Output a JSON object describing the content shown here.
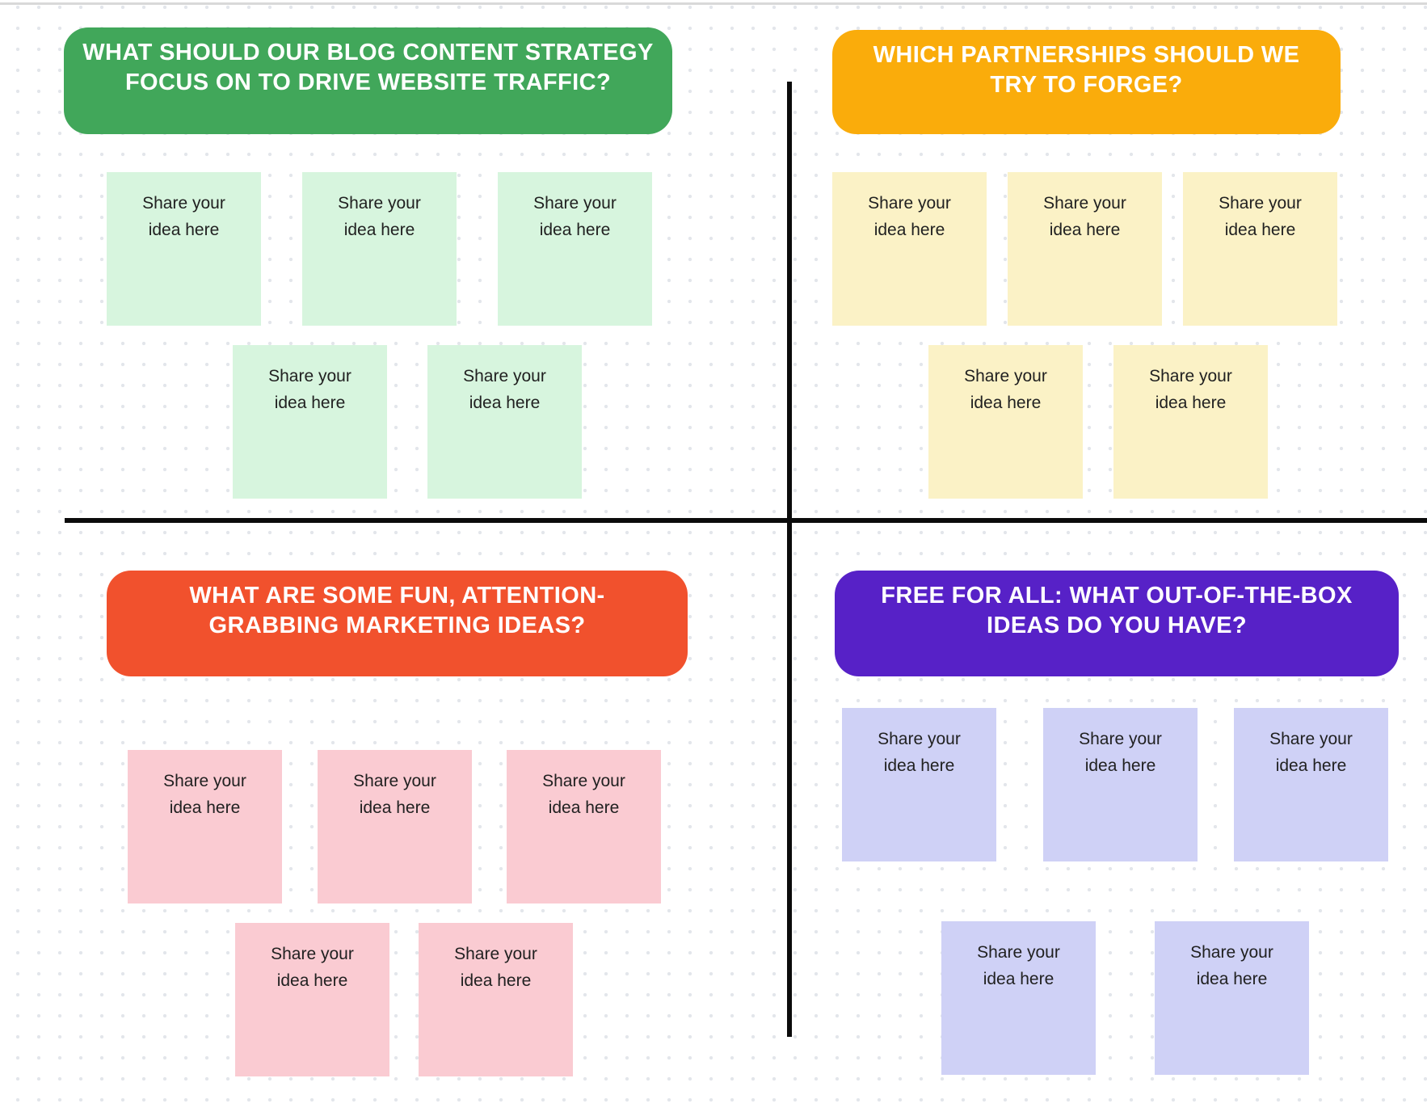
{
  "board": {
    "background_color": "#FFFFFF",
    "dot_grid_color": "#E3E6EB",
    "divider_color": "#0B0B0B",
    "top_edge_line_color": "#D9D9D9"
  },
  "note_text": {
    "line1": "Share your",
    "line2": "idea here"
  },
  "quadrants": [
    {
      "id": "blog-content-strategy",
      "header": {
        "line1": "WHAT SHOULD OUR BLOG CONTENT STRATEGY",
        "line2": "FOCUS ON TO DRIVE WEBSITE TRAFFIC?",
        "color": "#41A75A",
        "text_color": "#FFFFFF"
      },
      "note_color": "#D7F5DE",
      "note_count": 5
    },
    {
      "id": "partnerships",
      "header": {
        "line1": "WHICH PARTNERSHIPS SHOULD WE",
        "line2": "TRY TO FORGE?",
        "color": "#FAAC0B",
        "text_color": "#FFFFFF"
      },
      "note_color": "#FBF2C6",
      "note_count": 5
    },
    {
      "id": "marketing-ideas",
      "header": {
        "line1": "WHAT ARE SOME FUN, ATTENTION-",
        "line2": "GRABBING MARKETING IDEAS?",
        "color": "#F1512D",
        "text_color": "#FFFFFF"
      },
      "note_color": "#FACBD2",
      "note_count": 5
    },
    {
      "id": "free-for-all",
      "header": {
        "line1": "FREE FOR ALL: WHAT OUT-OF-THE-BOX",
        "line2": "IDEAS DO YOU HAVE?",
        "color": "#5721C7",
        "text_color": "#FFFFFF"
      },
      "note_color": "#CFD1F6",
      "note_count": 5
    }
  ]
}
